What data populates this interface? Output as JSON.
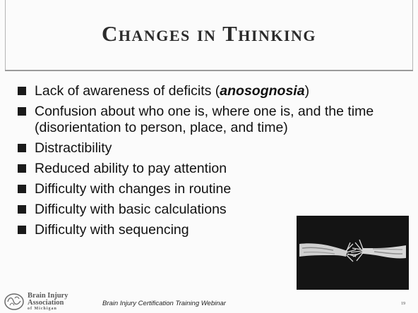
{
  "slide": {
    "title": "Changes in Thinking",
    "bullets": [
      {
        "prefix": "Lack of awareness of deficits (",
        "emphasis": "anosognosia",
        "suffix": ")"
      },
      {
        "text": "Confusion about who one is, where one is, and the time (disorientation to person, place, and time)"
      },
      {
        "text": "Distractibility"
      },
      {
        "text": "Reduced ability to pay attention"
      },
      {
        "text": "Difficulty with changes in routine"
      },
      {
        "text": "Difficulty with basic calculations"
      },
      {
        "text": "Difficulty with sequencing"
      }
    ],
    "image": {
      "icon": "frayed-rope-image",
      "background": "#141414"
    }
  },
  "footer": {
    "logo": {
      "line1": "Brain Injury",
      "line2": "Association",
      "line3": "of Michigan"
    },
    "text": "Brain Injury Certification Training Webinar",
    "page_number": "19"
  }
}
